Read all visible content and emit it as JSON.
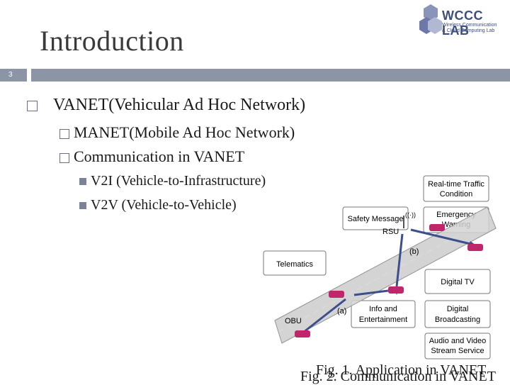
{
  "header": {
    "title": "Introduction",
    "slide_number": "3"
  },
  "logo": {
    "name": "WCCC LAB",
    "subtitle_line1": "Wireless Communication",
    "subtitle_line2": "& Cloud Computing Lab"
  },
  "bullets": {
    "level1": "VANET(Vehicular Ad Hoc Network)",
    "level2_a": "MANET(Mobile Ad Hoc Network)",
    "level2_b": "Communication in VANET",
    "level3_a": "V2I (Vehicle-to-Infrastructure)",
    "level3_b": "V2V (Vehicle-to-Vehicle)"
  },
  "diagram": {
    "boxes": {
      "realtime": [
        "Real-time Traffic",
        "Condition"
      ],
      "emergency": [
        "Emergency",
        "Warning"
      ],
      "safety": "Safety Message",
      "rsu": "RSU",
      "telematics": "Telematics",
      "digital_tv": "Digital TV",
      "broadcasting": [
        "Digital",
        "Broadcasting"
      ],
      "entertainment": [
        "Info and",
        "Entertainment"
      ],
      "audio": [
        "Audio and Video",
        "Stream Service"
      ],
      "obu": "OBU",
      "label_a": "(a)",
      "label_b": "(b)"
    }
  },
  "captions": {
    "fig1": "Fig. 1. Application in VANET",
    "fig2": "Fig. 2. Communication in VANET"
  },
  "colors": {
    "accent_bar": "#8b95a5",
    "road": "#d4d4d4",
    "arrow": "#3c4f8c",
    "car": "#c0266a"
  }
}
